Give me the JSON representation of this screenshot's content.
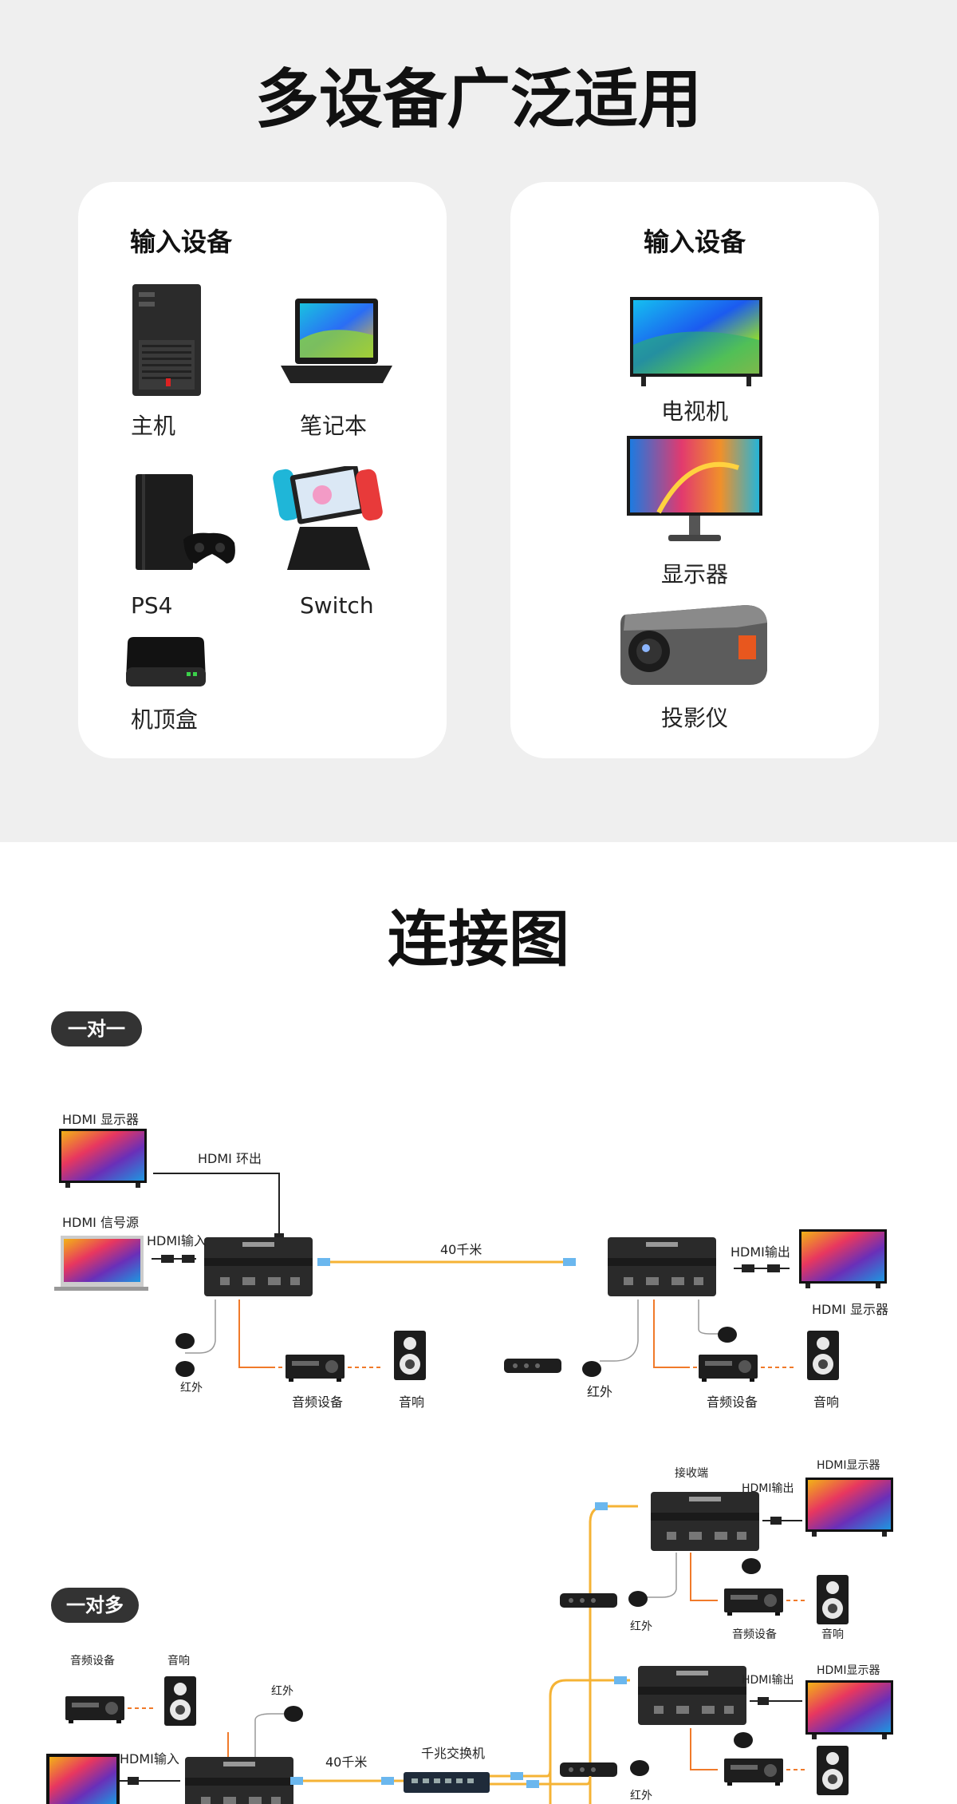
{
  "top": {
    "title": "多设备广泛适用",
    "input_card": {
      "title": "输入设备",
      "items": [
        "主机",
        "笔记本",
        "PS4",
        "Switch",
        "机顶盒"
      ]
    },
    "output_card": {
      "title": "输入设备",
      "items": [
        "电视机",
        "显示器",
        "投影仪"
      ]
    }
  },
  "connection": {
    "title": "连接图",
    "one_to_one": {
      "pill": "一对一",
      "hdmi_display": "HDMI 显示器",
      "hdmi_loop": "HDMI 环出",
      "hdmi_source": "HDMI 信号源",
      "hdmi_input": "HDMI输入",
      "distance": "40千米",
      "hdmi_output": "HDMI输出",
      "hdmi_display_right": "HDMI 显示器",
      "ir_left": "红外",
      "audio_left": "音频设备",
      "speaker_left": "音响",
      "ir_right": "红外",
      "audio_right": "音频设备",
      "speaker_right": "音响"
    },
    "one_to_many": {
      "pill": "一对多",
      "receiver": "接收端",
      "hdmi_output_1": "HDMI输出",
      "hdmi_display_1": "HDMI显示器",
      "ir_1": "红外",
      "audio_1": "音频设备",
      "speaker_1": "音响",
      "audio_left": "音频设备",
      "speaker_left": "音响",
      "ir_left": "红外",
      "hdmi_input": "HDMI输入",
      "distance": "40千米",
      "switch": "千兆交换机",
      "hdmi_output_2": "HDMI输出",
      "hdmi_display_2": "HDMI显示器",
      "ir_2": "红外"
    }
  },
  "colors": {
    "top_bg": "#efefef",
    "card_bg": "#ffffff",
    "pill_bg": "#333333",
    "fiber": "#f5b335",
    "audio_line": "#f07a2a"
  }
}
